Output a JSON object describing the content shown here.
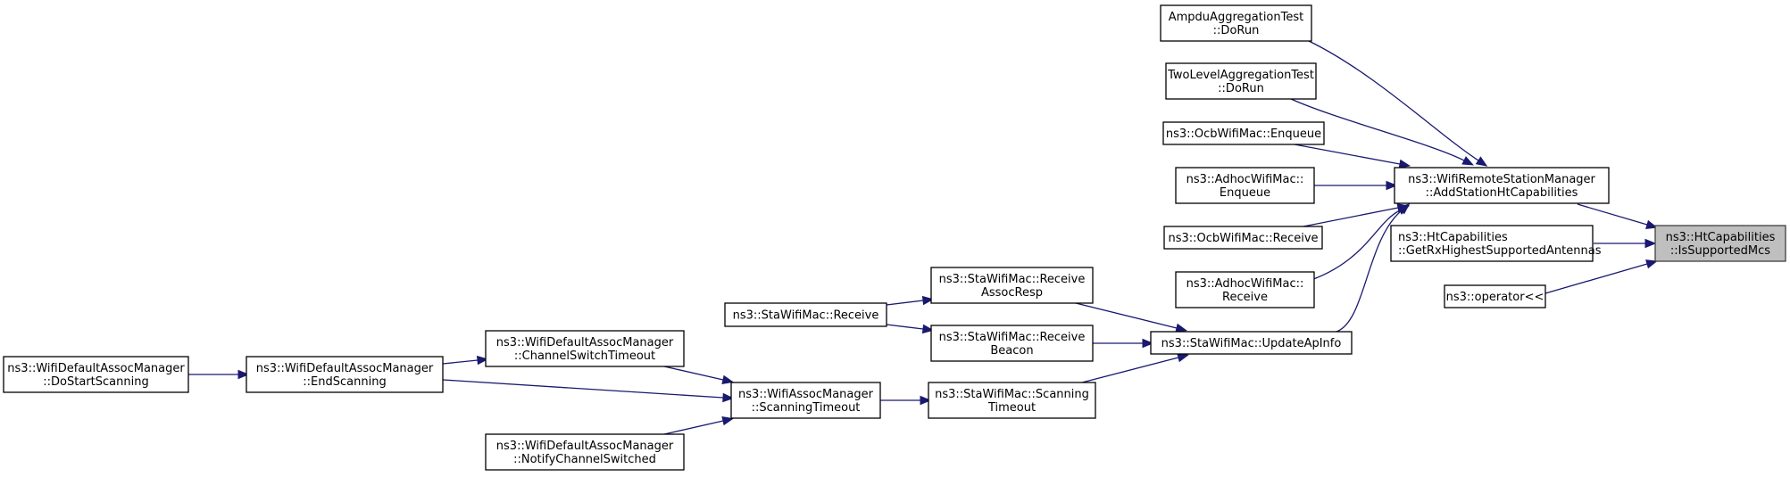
{
  "diagram": {
    "type": "call-graph",
    "title": "ns3::HtCapabilities::IsSupportedMcs caller graph",
    "colors": {
      "edge": "#191970",
      "root_fill": "#bfbfbf",
      "node_fill": "#ffffff"
    },
    "nodes": [
      {
        "id": "is_supported_mcs",
        "lines": [
          "ns3::HtCapabilities",
          "::IsSupportedMcs"
        ],
        "root": true
      },
      {
        "id": "add_station_ht",
        "lines": [
          "ns3::WifiRemoteStationManager",
          "::AddStationHtCapabilities"
        ]
      },
      {
        "id": "get_rx_highest",
        "lines": [
          "ns3::HtCapabilities",
          "::GetRxHighestSupportedAntennas"
        ],
        "align": "left"
      },
      {
        "id": "operator_ls",
        "lines": [
          "ns3::operator<<"
        ]
      },
      {
        "id": "ampdu_dorun",
        "lines": [
          "AmpduAggregationTest",
          "::DoRun"
        ]
      },
      {
        "id": "twolevel_dorun",
        "lines": [
          "TwoLevelAggregationTest",
          "::DoRun"
        ]
      },
      {
        "id": "ocb_enqueue",
        "lines": [
          "ns3::OcbWifiMac::Enqueue"
        ]
      },
      {
        "id": "adhoc_enqueue",
        "lines": [
          "ns3::AdhocWifiMac::",
          "Enqueue"
        ]
      },
      {
        "id": "ocb_receive",
        "lines": [
          "ns3::OcbWifiMac::Receive"
        ]
      },
      {
        "id": "adhoc_receive",
        "lines": [
          "ns3::AdhocWifiMac::",
          "Receive"
        ]
      },
      {
        "id": "update_ap_info",
        "lines": [
          "ns3::StaWifiMac::UpdateApInfo"
        ]
      },
      {
        "id": "receive_assoc_resp",
        "lines": [
          "ns3::StaWifiMac::Receive",
          "AssocResp"
        ]
      },
      {
        "id": "receive_beacon",
        "lines": [
          "ns3::StaWifiMac::Receive",
          "Beacon"
        ]
      },
      {
        "id": "sta_scanning_timeout",
        "lines": [
          "ns3::StaWifiMac::Scanning",
          "Timeout"
        ]
      },
      {
        "id": "sta_receive",
        "lines": [
          "ns3::StaWifiMac::Receive"
        ]
      },
      {
        "id": "assoc_scanning_timeout",
        "lines": [
          "ns3::WifiAssocManager",
          "::ScanningTimeout"
        ]
      },
      {
        "id": "channel_switch_timeout",
        "lines": [
          "ns3::WifiDefaultAssocManager",
          "::ChannelSwitchTimeout"
        ]
      },
      {
        "id": "end_scanning",
        "lines": [
          "ns3::WifiDefaultAssocManager",
          "::EndScanning"
        ]
      },
      {
        "id": "notify_channel_switched",
        "lines": [
          "ns3::WifiDefaultAssocManager",
          "::NotifyChannelSwitched"
        ]
      },
      {
        "id": "do_start_scanning",
        "lines": [
          "ns3::WifiDefaultAssocManager",
          "::DoStartScanning"
        ]
      }
    ],
    "edges": [
      {
        "from": "add_station_ht",
        "to": "is_supported_mcs"
      },
      {
        "from": "get_rx_highest",
        "to": "is_supported_mcs"
      },
      {
        "from": "operator_ls",
        "to": "is_supported_mcs"
      },
      {
        "from": "ampdu_dorun",
        "to": "add_station_ht"
      },
      {
        "from": "twolevel_dorun",
        "to": "add_station_ht"
      },
      {
        "from": "ocb_enqueue",
        "to": "add_station_ht"
      },
      {
        "from": "adhoc_enqueue",
        "to": "add_station_ht"
      },
      {
        "from": "ocb_receive",
        "to": "add_station_ht"
      },
      {
        "from": "adhoc_receive",
        "to": "add_station_ht"
      },
      {
        "from": "update_ap_info",
        "to": "add_station_ht"
      },
      {
        "from": "receive_assoc_resp",
        "to": "update_ap_info"
      },
      {
        "from": "receive_beacon",
        "to": "update_ap_info"
      },
      {
        "from": "sta_scanning_timeout",
        "to": "update_ap_info"
      },
      {
        "from": "sta_receive",
        "to": "receive_assoc_resp"
      },
      {
        "from": "sta_receive",
        "to": "receive_beacon"
      },
      {
        "from": "assoc_scanning_timeout",
        "to": "sta_scanning_timeout"
      },
      {
        "from": "channel_switch_timeout",
        "to": "assoc_scanning_timeout"
      },
      {
        "from": "end_scanning",
        "to": "assoc_scanning_timeout"
      },
      {
        "from": "notify_channel_switched",
        "to": "assoc_scanning_timeout"
      },
      {
        "from": "end_scanning",
        "to": "channel_switch_timeout"
      },
      {
        "from": "do_start_scanning",
        "to": "end_scanning"
      }
    ]
  }
}
